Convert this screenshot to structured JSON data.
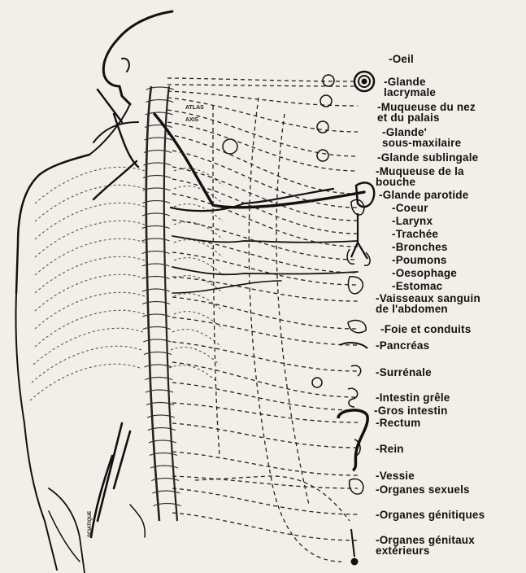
{
  "figure": {
    "vertebra_marks": {
      "atlas": "ATLAS",
      "axis": "AXIS",
      "sciatique": "SCIATIQUE"
    },
    "organs": [
      {
        "label": "-Oeil"
      },
      {
        "label": "-Glande\nlacrymale"
      },
      {
        "label": "-Muqueuse du nez\net du palais"
      },
      {
        "label": "-Glande'\nsous-maxilaire"
      },
      {
        "label": "-Glande sublingale"
      },
      {
        "label": "-Muqueuse de la\nbouche"
      },
      {
        "label": "-Glande parotide"
      },
      {
        "label": "-Coeur"
      },
      {
        "label": "-Larynx"
      },
      {
        "label": "-Trachée"
      },
      {
        "label": "-Bronches"
      },
      {
        "label": "-Poumons"
      },
      {
        "label": "-Oesophage"
      },
      {
        "label": "-Estomac"
      },
      {
        "label": "-Vaisseaux sanguin\nde l'abdomen"
      },
      {
        "label": "-Foie et conduits"
      },
      {
        "label": "-Pancréas"
      },
      {
        "label": "-Surrénale"
      },
      {
        "label": "-Intestin grêle"
      },
      {
        "label": "-Gros intestin"
      },
      {
        "label": "-Rectum"
      },
      {
        "label": "-Rein"
      },
      {
        "label": "-Vessie"
      },
      {
        "label": "-Organes sexuels"
      },
      {
        "label": "-Organes génitiques"
      },
      {
        "label": "-Organes génitaux\nextérieurs"
      }
    ]
  },
  "colors": {
    "background": "#f1efe8",
    "ink": "#111111",
    "dash": "#222222"
  }
}
